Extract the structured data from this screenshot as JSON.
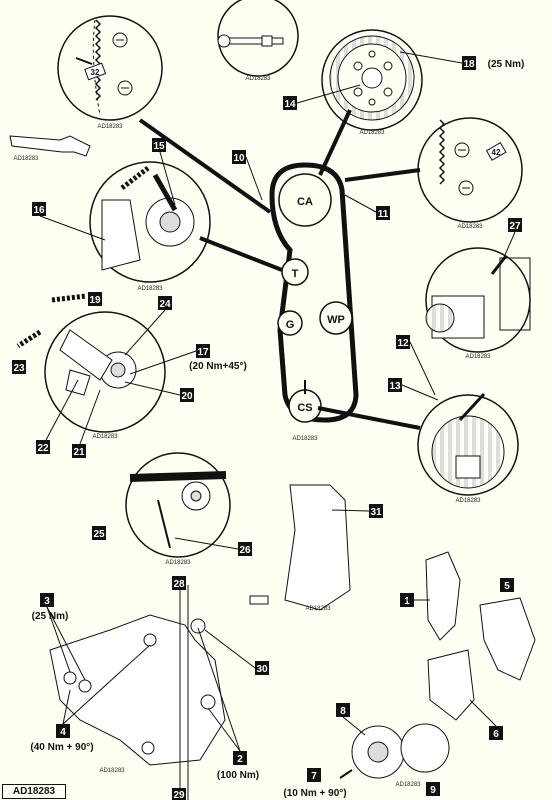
{
  "doc_ref": "AD18283",
  "image_code": "AD18283",
  "pulleys": {
    "ca": "CA",
    "t": "T",
    "g": "G",
    "wp": "WP",
    "cs": "CS"
  },
  "callouts": [
    {
      "n": "1"
    },
    {
      "n": "2",
      "note": "(100 Nm)"
    },
    {
      "n": "3",
      "note": "(25 Nm)"
    },
    {
      "n": "4",
      "note": "(40 Nm + 90°)"
    },
    {
      "n": "5"
    },
    {
      "n": "6"
    },
    {
      "n": "7",
      "note": "(10 Nm + 90°)"
    },
    {
      "n": "8"
    },
    {
      "n": "9"
    },
    {
      "n": "10"
    },
    {
      "n": "11"
    },
    {
      "n": "12"
    },
    {
      "n": "13"
    },
    {
      "n": "14"
    },
    {
      "n": "15"
    },
    {
      "n": "16"
    },
    {
      "n": "17",
      "note": "(20 Nm+45°)"
    },
    {
      "n": "18",
      "note": "(25 Nm)"
    },
    {
      "n": "19"
    },
    {
      "n": "20"
    },
    {
      "n": "21"
    },
    {
      "n": "22"
    },
    {
      "n": "23"
    },
    {
      "n": "24"
    },
    {
      "n": "25"
    },
    {
      "n": "26"
    },
    {
      "n": "27"
    },
    {
      "n": "28"
    },
    {
      "n": "29"
    },
    {
      "n": "30"
    },
    {
      "n": "31"
    }
  ],
  "markings": {
    "left_detail": "32",
    "right_detail": "42"
  }
}
